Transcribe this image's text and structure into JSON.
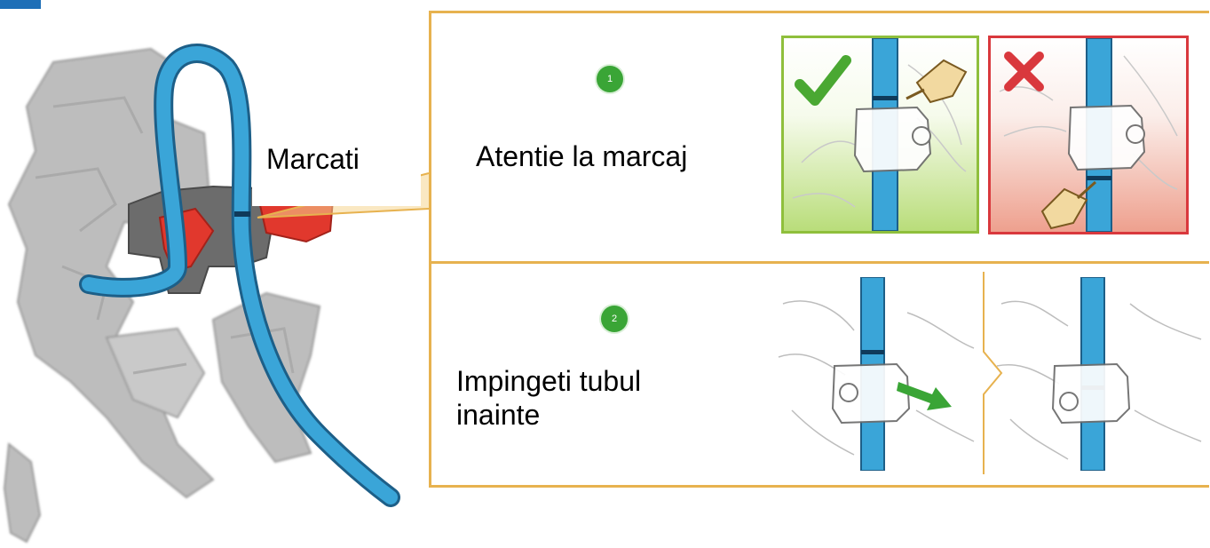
{
  "labels": {
    "marker_label": "Marcati",
    "step1_caption": "Atentie la marcaj",
    "step2_caption": "Impingeti tubul inainte"
  },
  "steps": [
    {
      "badge": "1",
      "icon": "check-mark-icon / cross-mark-icon"
    },
    {
      "badge": "2",
      "icon": "push-arrow-icon"
    }
  ],
  "colors": {
    "panel_border": "#e7b24f",
    "tube_blue": "#3aa5d8",
    "clip_red": "#e1382d",
    "correct_green": "#3aa536",
    "wrong_red": "#d9383d"
  }
}
